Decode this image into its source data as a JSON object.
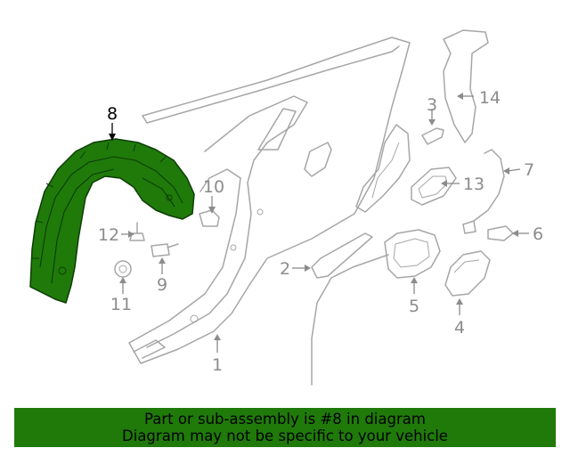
{
  "highlight_color": "#1f7a0a",
  "callouts": [
    {
      "id": "1",
      "label": "1",
      "highlight": false
    },
    {
      "id": "2",
      "label": "2",
      "highlight": false
    },
    {
      "id": "3",
      "label": "3",
      "highlight": false
    },
    {
      "id": "4",
      "label": "4",
      "highlight": false
    },
    {
      "id": "5",
      "label": "5",
      "highlight": false
    },
    {
      "id": "6",
      "label": "6",
      "highlight": false
    },
    {
      "id": "7",
      "label": "7",
      "highlight": false
    },
    {
      "id": "8",
      "label": "8",
      "highlight": true
    },
    {
      "id": "9",
      "label": "9",
      "highlight": false
    },
    {
      "id": "10",
      "label": "10",
      "highlight": false
    },
    {
      "id": "11",
      "label": "11",
      "highlight": false
    },
    {
      "id": "12",
      "label": "12",
      "highlight": false
    },
    {
      "id": "13",
      "label": "13",
      "highlight": false
    },
    {
      "id": "14",
      "label": "14",
      "highlight": false
    }
  ],
  "banner": {
    "line1": "Part or sub-assembly is #8 in diagram",
    "line2": "Diagram may not be specific to your vehicle"
  }
}
